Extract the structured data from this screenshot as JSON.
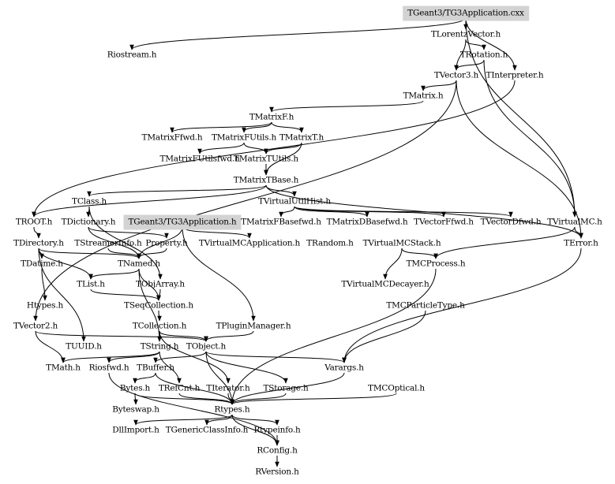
{
  "diagram": {
    "title": "Include dependency graph for TGeant3/TG3Application.cxx",
    "highlight_color": "#d3d3d3",
    "nodes": [
      {
        "id": "root",
        "label": "TGeant3/TG3Application.cxx",
        "highlighted": true
      },
      {
        "id": "TLorentzVector",
        "label": "TLorentzVector.h"
      },
      {
        "id": "Riostream",
        "label": "Riostream.h"
      },
      {
        "id": "TRotation",
        "label": "TRotation.h"
      },
      {
        "id": "TVector3",
        "label": "TVector3.h"
      },
      {
        "id": "TInterpreter",
        "label": "TInterpreter.h"
      },
      {
        "id": "TMatrix",
        "label": "TMatrix.h"
      },
      {
        "id": "TMatrixF",
        "label": "TMatrixF.h"
      },
      {
        "id": "TMatrixFfwd",
        "label": "TMatrixFfwd.h"
      },
      {
        "id": "TMatrixFUtils",
        "label": "TMatrixFUtils.h"
      },
      {
        "id": "TMatrixT",
        "label": "TMatrixT.h"
      },
      {
        "id": "TMatrixFUtilsfwd",
        "label": "TMatrixFUtilsfwd.h"
      },
      {
        "id": "TMatrixTUtils",
        "label": "TMatrixTUtils.h"
      },
      {
        "id": "TMatrixTBase",
        "label": "TMatrixTBase.h"
      },
      {
        "id": "TClass",
        "label": "TClass.h"
      },
      {
        "id": "TVirtualUtilHist",
        "label": "TVirtualUtilHist.h"
      },
      {
        "id": "TROOT",
        "label": "TROOT.h"
      },
      {
        "id": "TDictionary",
        "label": "TDictionary.h"
      },
      {
        "id": "TG3Application_h",
        "label": "TGeant3/TG3Application.h",
        "highlighted": true
      },
      {
        "id": "TMatrixFBasefwd",
        "label": "TMatrixFBasefwd.h"
      },
      {
        "id": "TMatrixDBasefwd",
        "label": "TMatrixDBasefwd.h"
      },
      {
        "id": "TVectorFfwd",
        "label": "TVectorFfwd.h"
      },
      {
        "id": "TVectorDfwd",
        "label": "TVectorDfwd.h"
      },
      {
        "id": "TVirtualMC",
        "label": "TVirtualMC.h"
      },
      {
        "id": "TDirectory",
        "label": "TDirectory.h"
      },
      {
        "id": "TStreamerInfo",
        "label": "TStreamerInfo.h"
      },
      {
        "id": "Property",
        "label": "Property.h"
      },
      {
        "id": "TVirtualMCApplication",
        "label": "TVirtualMCApplication.h"
      },
      {
        "id": "TRandom",
        "label": "TRandom.h"
      },
      {
        "id": "TVirtualMCStack",
        "label": "TVirtualMCStack.h"
      },
      {
        "id": "TError",
        "label": "TError.h"
      },
      {
        "id": "TDatime",
        "label": "TDatime.h"
      },
      {
        "id": "TNamed",
        "label": "TNamed.h"
      },
      {
        "id": "TMCProcess",
        "label": "TMCProcess.h"
      },
      {
        "id": "TList",
        "label": "TList.h"
      },
      {
        "id": "TObjArray",
        "label": "TObjArray.h"
      },
      {
        "id": "TVirtualMCDecayer",
        "label": "TVirtualMCDecayer.h"
      },
      {
        "id": "Htypes",
        "label": "Htypes.h"
      },
      {
        "id": "TSeqCollection",
        "label": "TSeqCollection.h"
      },
      {
        "id": "TMCParticleType",
        "label": "TMCParticleType.h"
      },
      {
        "id": "TVector2",
        "label": "TVector2.h"
      },
      {
        "id": "TCollection",
        "label": "TCollection.h"
      },
      {
        "id": "TPluginManager",
        "label": "TPluginManager.h"
      },
      {
        "id": "TUUID",
        "label": "TUUID.h"
      },
      {
        "id": "TString",
        "label": "TString.h"
      },
      {
        "id": "TObject",
        "label": "TObject.h"
      },
      {
        "id": "TMath",
        "label": "TMath.h"
      },
      {
        "id": "Riosfwd",
        "label": "Riosfwd.h"
      },
      {
        "id": "TBuffer",
        "label": "TBuffer.h"
      },
      {
        "id": "Varargs",
        "label": "Varargs.h"
      },
      {
        "id": "Bytes",
        "label": "Bytes.h"
      },
      {
        "id": "TRefCnt",
        "label": "TRefCnt.h"
      },
      {
        "id": "TIterator",
        "label": "TIterator.h"
      },
      {
        "id": "TStorage",
        "label": "TStorage.h"
      },
      {
        "id": "TMCOptical",
        "label": "TMCOptical.h"
      },
      {
        "id": "Byteswap",
        "label": "Byteswap.h"
      },
      {
        "id": "Rtypes",
        "label": "Rtypes.h"
      },
      {
        "id": "DllImport",
        "label": "DllImport.h"
      },
      {
        "id": "TGenericClassInfo",
        "label": "TGenericClassInfo.h"
      },
      {
        "id": "Rtypeinfo",
        "label": "Rtypeinfo.h"
      },
      {
        "id": "RConfig",
        "label": "RConfig.h"
      },
      {
        "id": "RVersion",
        "label": "RVersion.h"
      }
    ],
    "edges": [
      [
        "root",
        "TLorentzVector"
      ],
      [
        "root",
        "Riostream"
      ],
      [
        "root",
        "TInterpreter"
      ],
      [
        "root",
        "TVirtualMC"
      ],
      [
        "TLorentzVector",
        "TRotation"
      ],
      [
        "TLorentzVector",
        "TVector3"
      ],
      [
        "TRotation",
        "TVector3"
      ],
      [
        "TRotation",
        "TVirtualMC"
      ],
      [
        "TVector3",
        "TMatrix"
      ],
      [
        "TVector3",
        "TVector2"
      ],
      [
        "TVector3",
        "TError"
      ],
      [
        "TInterpreter",
        "TROOT"
      ],
      [
        "TMatrix",
        "TMatrixF"
      ],
      [
        "TMatrixF",
        "TMatrixFfwd"
      ],
      [
        "TMatrixF",
        "TMatrixFUtils"
      ],
      [
        "TMatrixF",
        "TMatrixT"
      ],
      [
        "TMatrixFUtils",
        "TMatrixFUtilsfwd"
      ],
      [
        "TMatrixFUtils",
        "TMatrixTUtils"
      ],
      [
        "TMatrixT",
        "TMatrixTUtils"
      ],
      [
        "TMatrixT",
        "TMatrixTBase"
      ],
      [
        "TMatrixTUtils",
        "TMatrixTBase"
      ],
      [
        "TMatrixTBase",
        "TClass"
      ],
      [
        "TMatrixTBase",
        "TVirtualUtilHist"
      ],
      [
        "TMatrixTBase",
        "TError"
      ],
      [
        "TMatrixTBase",
        "TROOT"
      ],
      [
        "TClass",
        "TDictionary"
      ],
      [
        "TClass",
        "TObjArray"
      ],
      [
        "TVirtualUtilHist",
        "TMatrixFBasefwd"
      ],
      [
        "TVirtualUtilHist",
        "TMatrixDBasefwd"
      ],
      [
        "TVirtualUtilHist",
        "TVectorFfwd"
      ],
      [
        "TVirtualUtilHist",
        "TVectorDfwd"
      ],
      [
        "TROOT",
        "TDirectory"
      ],
      [
        "TDictionary",
        "TNamed"
      ],
      [
        "TDictionary",
        "Property"
      ],
      [
        "TG3Application_h",
        "TVirtualMCApplication"
      ],
      [
        "TG3Application_h",
        "TNamed"
      ],
      [
        "TG3Application_h",
        "TPluginManager"
      ],
      [
        "TVirtualMC",
        "TError"
      ],
      [
        "TVirtualMC",
        "TMCProcess"
      ],
      [
        "TDirectory",
        "TDatime"
      ],
      [
        "TDirectory",
        "TNamed"
      ],
      [
        "TDirectory",
        "TList"
      ],
      [
        "TDirectory",
        "TUUID"
      ],
      [
        "TStreamerInfo",
        "TNamed"
      ],
      [
        "Property",
        "TNamed"
      ],
      [
        "TVirtualMCStack",
        "TMCProcess"
      ],
      [
        "TVirtualMCStack",
        "TVirtualMCDecayer"
      ],
      [
        "TDatime",
        "Htypes"
      ],
      [
        "TNamed",
        "TList"
      ],
      [
        "TNamed",
        "TString"
      ],
      [
        "TNamed",
        "TSeqCollection"
      ],
      [
        "TList",
        "TSeqCollection"
      ],
      [
        "TObjArray",
        "TSeqCollection"
      ],
      [
        "TSeqCollection",
        "TCollection"
      ],
      [
        "TCollection",
        "TObject"
      ],
      [
        "TCollection",
        "TString"
      ],
      [
        "TCollection",
        "TIterator"
      ],
      [
        "TMCParticleType",
        "Varargs"
      ],
      [
        "TError",
        "Varargs"
      ],
      [
        "TVector2",
        "TObject"
      ],
      [
        "TVector2",
        "TMath"
      ],
      [
        "TPluginManager",
        "TObject"
      ],
      [
        "TString",
        "TRefCnt"
      ],
      [
        "TString",
        "Riosfwd"
      ],
      [
        "TString",
        "TMath"
      ],
      [
        "TObject",
        "Varargs"
      ],
      [
        "TObject",
        "TStorage"
      ],
      [
        "TObject",
        "TBuffer"
      ],
      [
        "TObject",
        "Rtypes"
      ],
      [
        "TBuffer",
        "Bytes"
      ],
      [
        "TBuffer",
        "Rtypes"
      ],
      [
        "Bytes",
        "Byteswap"
      ],
      [
        "Bytes",
        "Rtypes"
      ],
      [
        "TRefCnt",
        "Rtypes"
      ],
      [
        "TIterator",
        "Rtypes"
      ],
      [
        "TStorage",
        "Rtypes"
      ],
      [
        "Varargs",
        "Rtypes"
      ],
      [
        "TMCOptical",
        "Rtypes"
      ],
      [
        "TMCProcess",
        "Rtypes"
      ],
      [
        "Rtypes",
        "DllImport"
      ],
      [
        "Rtypes",
        "TGenericClassInfo"
      ],
      [
        "Rtypes",
        "Rtypeinfo"
      ],
      [
        "Rtypes",
        "RConfig"
      ],
      [
        "Rtypeinfo",
        "RConfig"
      ],
      [
        "Riosfwd",
        "RConfig"
      ],
      [
        "RConfig",
        "RVersion"
      ]
    ]
  }
}
